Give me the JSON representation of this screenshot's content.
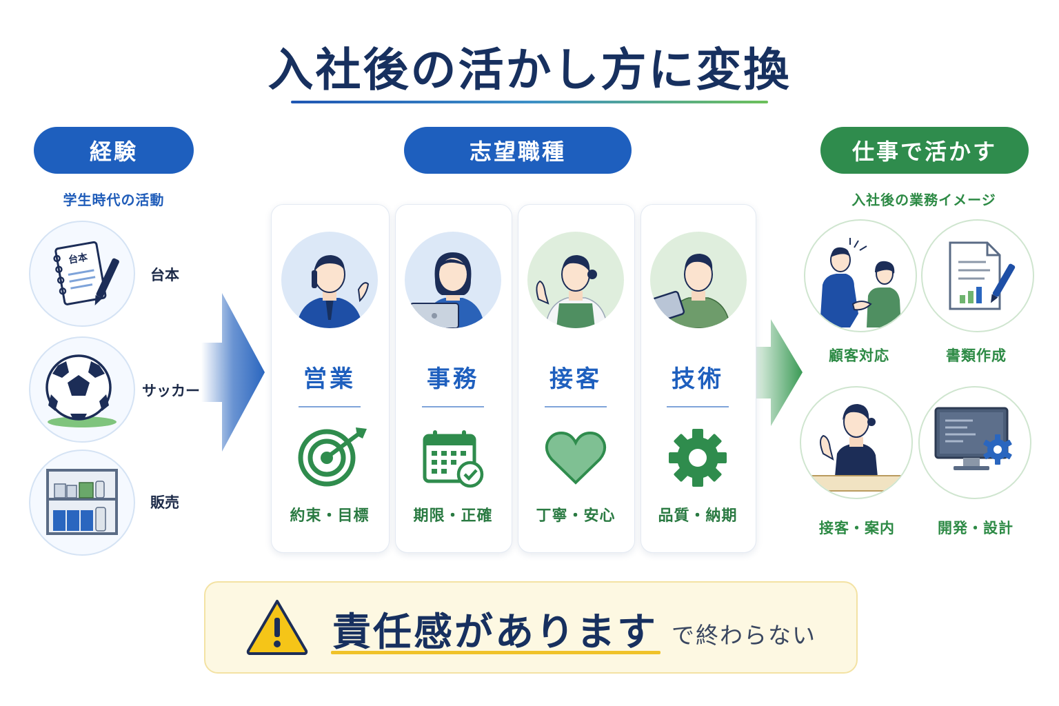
{
  "title": "入社後の活かし方に変換",
  "columns": {
    "experience": {
      "header": "経験",
      "caption": "学生時代の活動"
    },
    "jobs": {
      "header": "志望職種"
    },
    "work": {
      "header": "仕事で活かす",
      "caption": "入社後の業務イメージ"
    }
  },
  "experiences": [
    {
      "label": "台本",
      "icon": "script-notebook-icon",
      "icon_text": "台本"
    },
    {
      "label": "サッカー",
      "icon": "soccer-ball-icon"
    },
    {
      "label": "販売",
      "icon": "store-shelf-icon"
    }
  ],
  "jobs": [
    {
      "name": "営業",
      "value": "約束・目標",
      "person": "salesman-on-phone",
      "icon": "target-icon"
    },
    {
      "name": "事務",
      "value": "期限・正確",
      "person": "office-worker-laptop",
      "icon": "calendar-check-icon"
    },
    {
      "name": "接客",
      "value": "丁寧・安心",
      "person": "store-clerk-apron",
      "icon": "heart-icon"
    },
    {
      "name": "技術",
      "value": "品質・納期",
      "person": "technician-tablet",
      "icon": "gear-icon"
    }
  ],
  "work_images": [
    {
      "label": "顧客対応",
      "icon": "handshake-icon"
    },
    {
      "label": "書類作成",
      "icon": "document-pen-icon"
    },
    {
      "label": "接客・案内",
      "icon": "reception-clerk-icon"
    },
    {
      "label": "開発・設計",
      "icon": "monitor-gear-icon"
    }
  ],
  "note": {
    "main": "責任感があります",
    "sub": "で終わらない",
    "icon": "warning-icon"
  },
  "colors": {
    "navy": "#17305f",
    "blue": "#1e5fbe",
    "green": "#2f8c4d",
    "warning": "#f5c518"
  }
}
